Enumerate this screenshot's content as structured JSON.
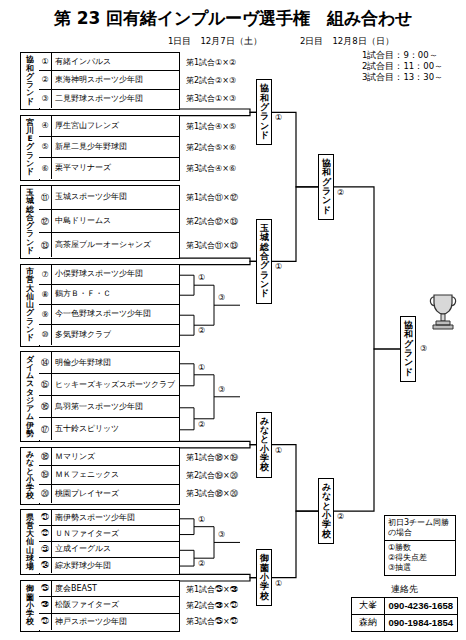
{
  "diagram": {
    "title": "第 23 回有緒インプルーヴ選手権　組み合わせ",
    "nodes": [
      {
        "text": [
          "協和グランド"
        ]
      },
      {
        "text": [
          "①",
          "有緒インパルス"
        ],
        "in": 0
      },
      {
        "text": [
          "②",
          "東海神明スポーツ少年団"
        ],
        "in": 0
      },
      {
        "text": [
          "③",
          "二見野球スポーツ少年団"
        ],
        "in": 0
      },
      {
        "text": [
          "宮川Eグランド"
        ]
      },
      {
        "text": [
          "④",
          "厚生宮山フレンズ"
        ],
        "in": 4
      },
      {
        "text": [
          "⑤",
          "新星二見少年野球団"
        ],
        "in": 4
      },
      {
        "text": [
          "⑥",
          "栗平マリナーズ"
        ],
        "in": 4
      },
      {
        "text": [
          "玉城総合グランド"
        ]
      },
      {
        "text": [
          "⑪",
          "玉城スポーツ少年団"
        ],
        "in": 8
      },
      {
        "text": [
          "⑫",
          "中島ドリームス"
        ],
        "in": 8
      },
      {
        "text": [
          "⑬",
          "高茶屋ブルーオーシャンズ"
        ],
        "in": 8
      },
      {
        "text": [
          "市営大仙山グランド"
        ]
      },
      {
        "text": [
          "⑦",
          "小俣野球スポーツ少年団"
        ],
        "in": 12
      },
      {
        "text": [
          "⑧",
          "鶴方Ｂ・Ｆ・Ｃ"
        ],
        "in": 12
      },
      {
        "text": [
          "⑨",
          "今一色野球スポーツ少年団"
        ],
        "in": 12
      },
      {
        "text": [
          "⑩",
          "多気野球クラブ"
        ],
        "in": 12
      },
      {
        "text": [
          "ダイムスタジアム伊勢"
        ]
      },
      {
        "text": [
          "⑭",
          "明倫少年野球団"
        ],
        "in": 17
      },
      {
        "text": [
          "⑮",
          "ヒッキーズキッズスポーツクラブ"
        ],
        "in": 17
      },
      {
        "text": [
          "⑯",
          "鳥羽第一スポーツ少年団"
        ],
        "in": 17
      },
      {
        "text": [
          "⑰",
          "五十鈴スピリッツ"
        ],
        "in": 17
      },
      {
        "text": [
          "みなと小学校"
        ]
      },
      {
        "text": [
          "⑱",
          "Ｍマリンズ"
        ],
        "in": 22
      },
      {
        "text": [
          "⑲",
          "ＭＫフェニックス"
        ],
        "in": 22
      },
      {
        "text": [
          "⑳",
          "桃園プレイヤーズ"
        ],
        "in": 22
      },
      {
        "text": [
          "県営大仙山球場"
        ]
      },
      {
        "text": [
          "㉑",
          "南伊勢スポーツ少年団"
        ],
        "in": 26
      },
      {
        "text": [
          "㉒",
          "ＵＮファイターズ"
        ],
        "in": 26
      },
      {
        "text": [
          "㉓",
          "立成イーグルス"
        ],
        "in": 26
      },
      {
        "text": [
          "㉔",
          "綜水野球少年団"
        ],
        "in": 26
      },
      {
        "text": [
          "御薗小学校"
        ]
      },
      {
        "text": [
          "㉕",
          "度会BEAST"
        ],
        "in": 31
      },
      {
        "text": [
          "㉖",
          "松阪ファイターズ"
        ],
        "in": 31
      },
      {
        "text": [
          "㉗",
          "神戸スポーツ少年団"
        ],
        "in": 31
      },
      {
        "text": [
          "協和グランド"
        ]
      },
      {
        "text": [
          "玉城総合グランド"
        ]
      },
      {
        "text": [
          "みなと小学校"
        ]
      },
      {
        "text": [
          "御薗小学校"
        ]
      },
      {
        "text": [
          "協和グランド"
        ]
      },
      {
        "text": [
          "みなと小学校"
        ]
      },
      {
        "text": [
          "協和グランド"
        ]
      },
      {
        "text": [
          "初日3チーム同勝の場合",
          "①勝数",
          "②得失点差",
          "③抽選"
        ]
      },
      {
        "text": [
          "連絡先",
          "大峯",
          "090-4236-1658",
          "森納",
          "090-1984-1854"
        ]
      }
    ],
    "edges": [
      {
        "from": 0,
        "to": 35,
        "arrow": "none"
      },
      {
        "from": 4,
        "to": 35,
        "arrow": "none"
      },
      {
        "from": 8,
        "to": 36,
        "arrow": "none"
      },
      {
        "from": 12,
        "to": 36,
        "arrow": "none"
      },
      {
        "from": 17,
        "to": 37,
        "arrow": "none"
      },
      {
        "from": 22,
        "to": 37,
        "arrow": "none"
      },
      {
        "from": 26,
        "to": 38,
        "arrow": "none"
      },
      {
        "from": 31,
        "to": 38,
        "arrow": "none"
      },
      {
        "from": 35,
        "to": 39,
        "arrow": "none"
      },
      {
        "from": 36,
        "to": 39,
        "arrow": "none"
      },
      {
        "from": 37,
        "to": 40,
        "arrow": "none"
      },
      {
        "from": 38,
        "to": 40,
        "arrow": "none"
      },
      {
        "from": 39,
        "to": 41,
        "arrow": "none"
      },
      {
        "from": 40,
        "to": 41,
        "arrow": "none"
      }
    ],
    "labels": [
      "1日目　12月7日（土）",
      "2日目　12月8日（日）",
      "1試合目：9：00～",
      "2試合目：11：00～",
      "3試合目：13：30～",
      "第1試合①×②",
      "第2試合②×③",
      "第3試合①×③",
      "第1試合④×⑤",
      "第2試合⑤×⑥",
      "第3試合④×⑥",
      "第1試合⑪×⑫",
      "第2試合⑫×⑬",
      "第3試合⑪×⑬",
      "①",
      "②",
      "③",
      "①",
      "②",
      "③",
      "第1試合⑱×⑲",
      "第2試合⑲×⑳",
      "第3試合⑱×⑳",
      "①",
      "②",
      "③",
      "第1試合㉕×㉖",
      "第2試合㉖×㉗",
      "第3試合㉕×㉗",
      "①",
      "①",
      "①",
      "①",
      "②",
      "②",
      "③"
    ]
  }
}
